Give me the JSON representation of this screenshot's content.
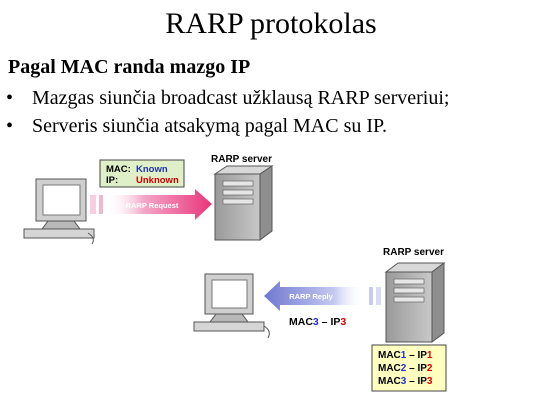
{
  "title": "RARP protokolas",
  "subtitle": "Pagal MAC randa mazgo IP",
  "bullets": [
    "Mazgas siunčia broadcast užklausą RARP serveriui;",
    "Serveris siunčia atsakymą pagal MAC su IP."
  ],
  "diagram": {
    "top": {
      "server_label": "RARP server",
      "request_label": "RARP Request",
      "mac_key": "MAC:",
      "mac_value": "Known",
      "ip_key": "IP:",
      "ip_value": "Unknown"
    },
    "bottom": {
      "server_label": "RARP server",
      "reply_label": "RARP Reply",
      "result": {
        "prefix": "MAC",
        "mac_num": "3",
        "sep": " – IP",
        "ip_num": "3"
      },
      "table": [
        {
          "prefix": "MAC",
          "mac_num": "1",
          "sep": " – IP",
          "ip_num": "1"
        },
        {
          "prefix": "MAC",
          "mac_num": "2",
          "sep": " – IP",
          "ip_num": "2"
        },
        {
          "prefix": "MAC",
          "mac_num": "3",
          "sep": " – IP",
          "ip_num": "3"
        }
      ]
    }
  },
  "colors": {
    "known": "#2233aa",
    "unknown": "#cc0000",
    "mac_num": "#2233cc",
    "ip_num": "#dd0000",
    "table_bg": "#ffffc0",
    "info_bg": "#dff0c8",
    "request_arrow": "#e8357a",
    "reply_arrow": "#7d86d8"
  }
}
